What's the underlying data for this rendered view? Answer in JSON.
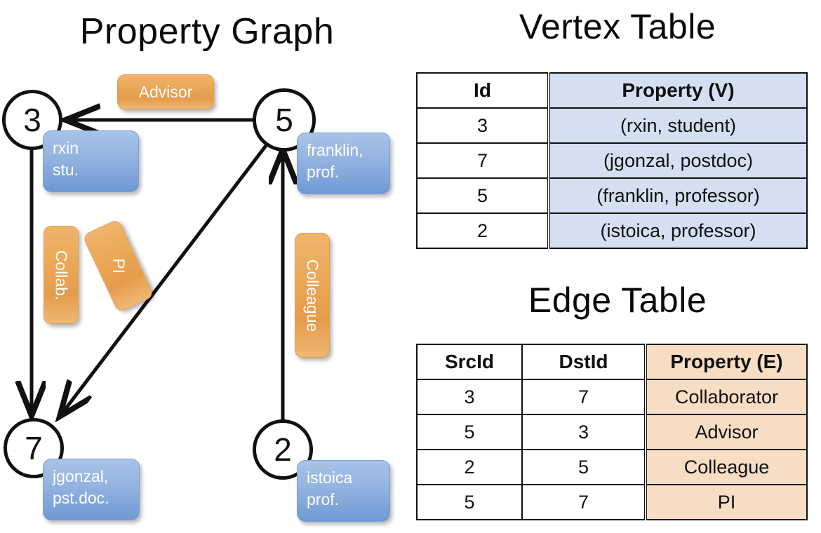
{
  "titles": {
    "graph": "Property Graph",
    "vertex_table": "Vertex Table",
    "edge_table": "Edge Table"
  },
  "graph": {
    "nodes": [
      {
        "id": "3",
        "property_line1": "rxin",
        "property_line2": "stu."
      },
      {
        "id": "5",
        "property_line1": "franklin,",
        "property_line2": "prof."
      },
      {
        "id": "7",
        "property_line1": "jgonzal,",
        "property_line2": "pst.doc."
      },
      {
        "id": "2",
        "property_line1": "istoica",
        "property_line2": "prof."
      }
    ],
    "edge_labels": [
      {
        "text": "Advisor",
        "orientation": "horizontal"
      },
      {
        "text": "Collab.",
        "orientation": "vertical"
      },
      {
        "text": "PI",
        "orientation": "rotated"
      },
      {
        "text": "Colleague",
        "orientation": "vertical"
      }
    ],
    "edges": [
      {
        "src": "5",
        "dst": "3"
      },
      {
        "src": "3",
        "dst": "7"
      },
      {
        "src": "5",
        "dst": "7"
      },
      {
        "src": "2",
        "dst": "5"
      }
    ]
  },
  "vertex_table": {
    "headers": [
      "Id",
      "Property (V)"
    ],
    "rows": [
      [
        "3",
        "(rxin, student)"
      ],
      [
        "7",
        "(jgonzal, postdoc)"
      ],
      [
        "5",
        "(franklin, professor)"
      ],
      [
        "2",
        "(istoica, professor)"
      ]
    ]
  },
  "edge_table": {
    "headers": [
      "SrcId",
      "DstId",
      "Property (E)"
    ],
    "rows": [
      [
        "3",
        "7",
        "Collaborator"
      ],
      [
        "5",
        "3",
        "Advisor"
      ],
      [
        "2",
        "5",
        "Colleague"
      ],
      [
        "5",
        "7",
        "PI"
      ]
    ]
  },
  "colors": {
    "vertex_property_fill": "#d4e0f2",
    "edge_property_fill": "#f6ddc3",
    "node_box_blue": "#93b3e0",
    "edge_label_orange": "#eaa757",
    "stroke": "#111111"
  }
}
